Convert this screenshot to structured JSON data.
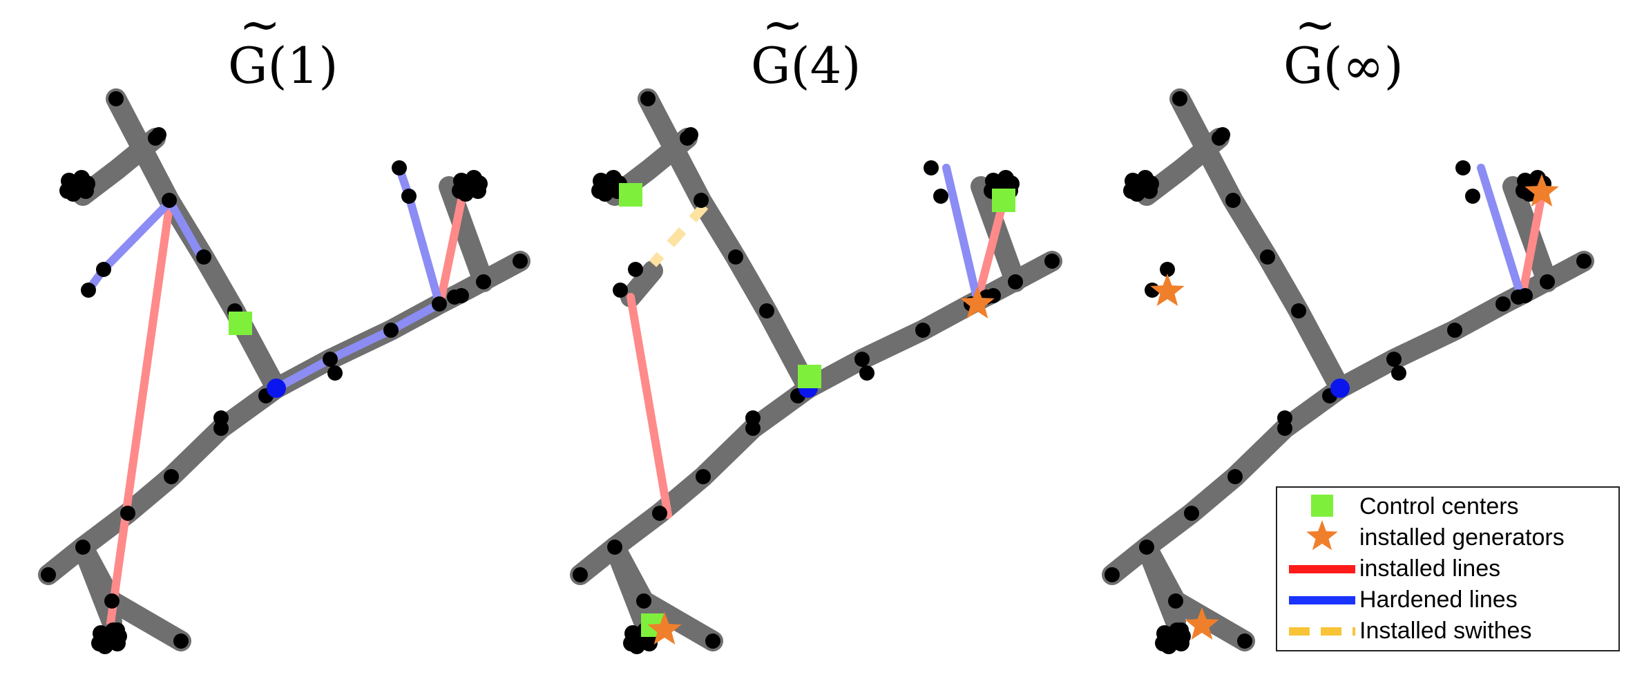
{
  "panels": [
    {
      "id": "g1",
      "title": "G(1)",
      "accent": "~"
    },
    {
      "id": "g4",
      "title": "G(4)",
      "accent": "~"
    },
    {
      "id": "ginf",
      "title": "G(∞)",
      "accent": "~"
    }
  ],
  "legend": {
    "items": [
      {
        "label": "Control centers",
        "marker": "square-icon",
        "color": "#7ef03c"
      },
      {
        "label": "installed generators",
        "marker": "star-icon",
        "color": "#f07f2b"
      },
      {
        "label": "installed lines",
        "marker": "line-icon",
        "color": "#ff1a1a"
      },
      {
        "label": "Hardened lines",
        "marker": "line-icon",
        "color": "#1a33ff"
      },
      {
        "label": "Installed swithes",
        "marker": "dashed-line-icon",
        "color": "#f7c437"
      }
    ]
  },
  "colors": {
    "grid_line": "#6f6f6f",
    "node": "#000000",
    "hub_node": "#0b16ee",
    "installed_line": "#ff8a8a",
    "hardened_line": "#8c8cf5",
    "switch": "#fde2a1",
    "control_center": "#7ef03c",
    "generator": "#f07f2b"
  }
}
